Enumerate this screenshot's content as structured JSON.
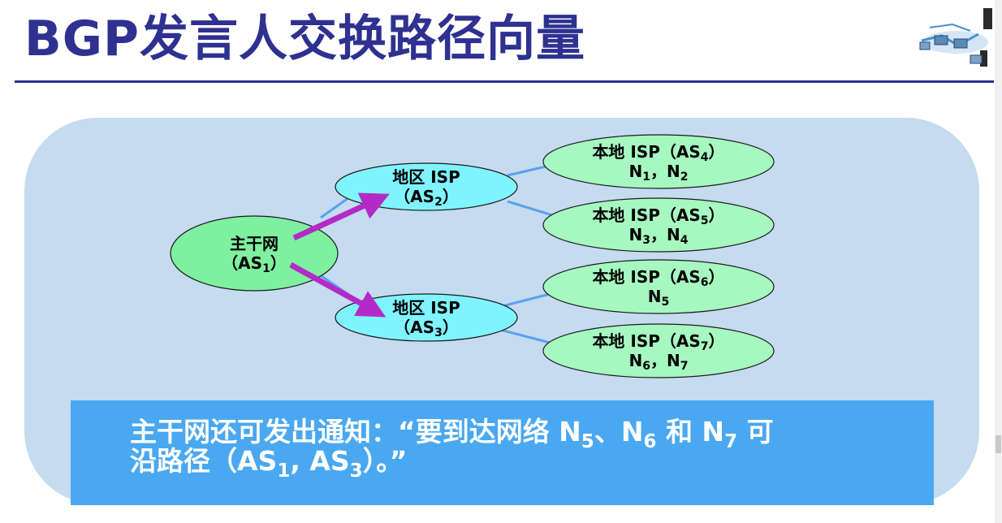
{
  "title": "BGP发言人交换路径向量",
  "icons": {
    "logo": "network-computers-icon"
  },
  "colors": {
    "title": "#2e3190",
    "panel": "#c5dbef",
    "backbone_fill": "#7ff0a0",
    "regional_fill": "#7ff4ff",
    "local_fill": "#a6f7c0",
    "link": "#5aa0ee",
    "arrow": "#b42ac8",
    "note_fill": "#4aa8f0"
  },
  "nodes": {
    "backbone": {
      "name": "主干网",
      "as": "（AS",
      "as_sub": "1",
      "as_end": "）"
    },
    "as2": {
      "name": "地区 ISP",
      "as": "（AS",
      "as_sub": "2",
      "as_end": "）"
    },
    "as3": {
      "name": "地区 ISP",
      "as": "（AS",
      "as_sub": "3",
      "as_end": "）"
    },
    "as4": {
      "name": "本地 ISP（AS",
      "as_sub": "4",
      "as_end": "）",
      "n1": "N",
      "n1_sub": "1",
      "sep": "，",
      "n2": "N",
      "n2_sub": "2"
    },
    "as5": {
      "name": "本地 ISP（AS",
      "as_sub": "5",
      "as_end": "）",
      "n1": "N",
      "n1_sub": "3",
      "sep": "，",
      "n2": "N",
      "n2_sub": "4"
    },
    "as6": {
      "name": "本地 ISP（AS",
      "as_sub": "6",
      "as_end": "）",
      "n1": "N",
      "n1_sub": "5"
    },
    "as7": {
      "name": "本地 ISP（AS",
      "as_sub": "7",
      "as_end": "）",
      "n1": "N",
      "n1_sub": "6",
      "sep": "，",
      "n2": "N",
      "n2_sub": "7"
    }
  },
  "note": {
    "line1_a": "主干网还可发出通知：“要到达网络 N",
    "line1_s5": "5",
    "line1_b": "、N",
    "line1_s6": "6",
    "line1_c": " 和 N",
    "line1_s7": "7",
    "line1_d": " 可",
    "line2_a": "沿路径（AS",
    "line2_s1": "1",
    "line2_b": ", AS",
    "line2_s3": "3",
    "line2_c": "）。”"
  }
}
